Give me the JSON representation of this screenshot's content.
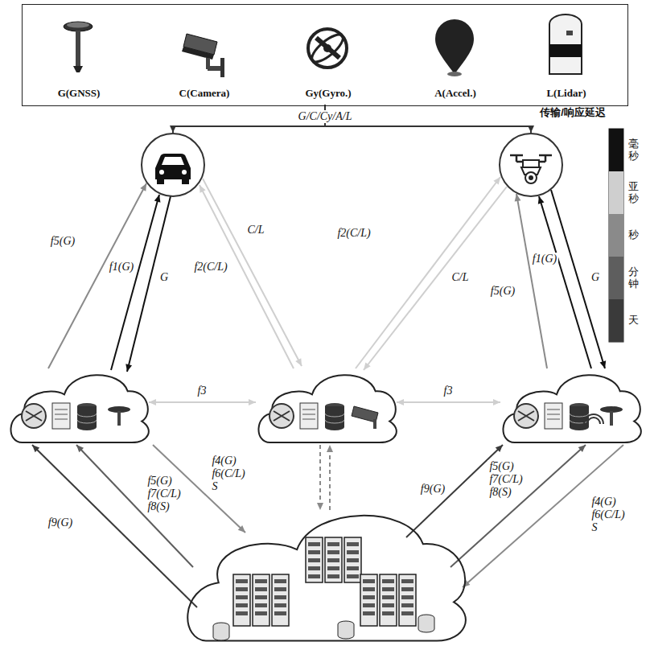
{
  "diagram": {
    "nodes": [
      {
        "text": [
          "G(GNSS)",
          "C(Camera)",
          "Gy(Gyro.)",
          "A(Accel.)",
          "L(Lidar)"
        ]
      },
      {
        "text": []
      },
      {
        "text": []
      },
      {
        "text": []
      },
      {
        "text": []
      },
      {
        "text": []
      },
      {
        "text": []
      }
    ],
    "edges": [
      {
        "from": 0,
        "to": 1,
        "arrow": "to",
        "label": "G/C/Cy/A/L"
      },
      {
        "from": 0,
        "to": 2,
        "arrow": "to"
      },
      {
        "from": 3,
        "to": 1,
        "arrow": "to",
        "label": "f5(G)"
      },
      {
        "from": 3,
        "to": 1,
        "arrow": "to",
        "label": "f1(G)"
      },
      {
        "from": 1,
        "to": 3,
        "arrow": "to",
        "label": "G"
      },
      {
        "from": 4,
        "to": 1,
        "arrow": "to",
        "label": "f2(C/L)"
      },
      {
        "from": 1,
        "to": 4,
        "arrow": "to",
        "label": "C/L"
      },
      {
        "from": 4,
        "to": 2,
        "arrow": "to",
        "label": "f2(C/L)"
      },
      {
        "from": 2,
        "to": 4,
        "arrow": "to",
        "label": "C/L"
      },
      {
        "from": 5,
        "to": 2,
        "arrow": "to",
        "label": "f5(G)"
      },
      {
        "from": 5,
        "to": 2,
        "arrow": "to",
        "label": "f1(G)"
      },
      {
        "from": 2,
        "to": 5,
        "arrow": "to",
        "label": "G"
      },
      {
        "from": 3,
        "to": 4,
        "arrow": "both",
        "label": "f3"
      },
      {
        "from": 4,
        "to": 5,
        "arrow": "both",
        "label": "f3"
      },
      {
        "from": 4,
        "to": 6,
        "arrow": "to"
      },
      {
        "from": 6,
        "to": 4,
        "arrow": "to"
      },
      {
        "from": 6,
        "to": 3,
        "arrow": "to",
        "label": "f9(G)"
      },
      {
        "from": 6,
        "to": 3,
        "arrow": "to",
        "label": "f5(G) f7(C/L) f8(S)"
      },
      {
        "from": 3,
        "to": 6,
        "arrow": "to",
        "label": "f4(G) f6(C/L) S"
      },
      {
        "from": 6,
        "to": 5,
        "arrow": "to",
        "label": "f9(G)"
      },
      {
        "from": 6,
        "to": 5,
        "arrow": "to",
        "label": "f5(G) f7(C/L) f8(S)"
      },
      {
        "from": 5,
        "to": 6,
        "arrow": "to",
        "label": "f4(G) f6(C/L) S"
      }
    ],
    "labels": [
      "传输/响应延迟"
    ],
    "legend": [
      {
        "text": "毫秒",
        "color": "#111111"
      },
      {
        "text": "亚秒",
        "color": "#cfcfcf"
      },
      {
        "text": "秒",
        "color": "#8a8a8a"
      },
      {
        "text": "分钟",
        "color": "#5e5e5e"
      },
      {
        "text": "天",
        "color": "#3a3a3a"
      }
    ]
  }
}
